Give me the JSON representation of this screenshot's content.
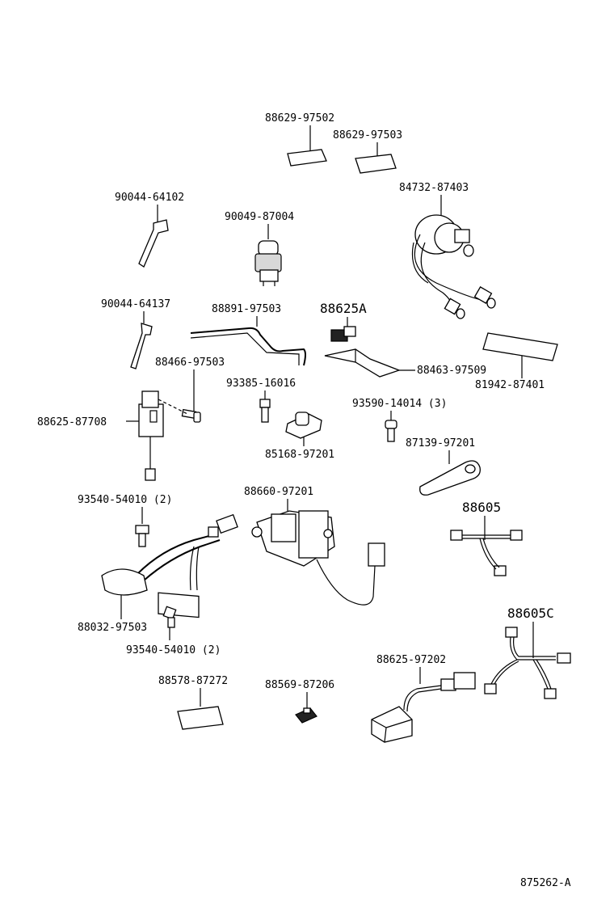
{
  "diagram": {
    "figure_id": "875262-A",
    "labels": {
      "p88629_97502": "88629-97502",
      "p88629_97503": "88629-97503",
      "p84732_87403": "84732-87403",
      "p90044_64102": "90044-64102",
      "p90049_87004": "90049-87004",
      "p90044_64137": "90044-64137",
      "p88891_97503": "88891-97503",
      "p88625A": "88625A",
      "p88466_97503": "88466-97503",
      "p88463_97509": "88463-97509",
      "p81942_87401": "81942-87401",
      "p93385_16016": "93385-16016",
      "p93590_14014": "93590-14014 (3)",
      "p88625_87708": "88625-87708",
      "p85168_97201": "85168-97201",
      "p87139_97201": "87139-97201",
      "p93540_54010_a": "93540-54010 (2)",
      "p88660_97201": "88660-97201",
      "p88605": "88605",
      "p88605C": "88605C",
      "p88032_97503": "88032-97503",
      "p93540_54010_b": "93540-54010 (2)",
      "p88625_97202": "88625-97202",
      "p88578_87272": "88578-87272",
      "p88569_87206": "88569-87206"
    }
  }
}
